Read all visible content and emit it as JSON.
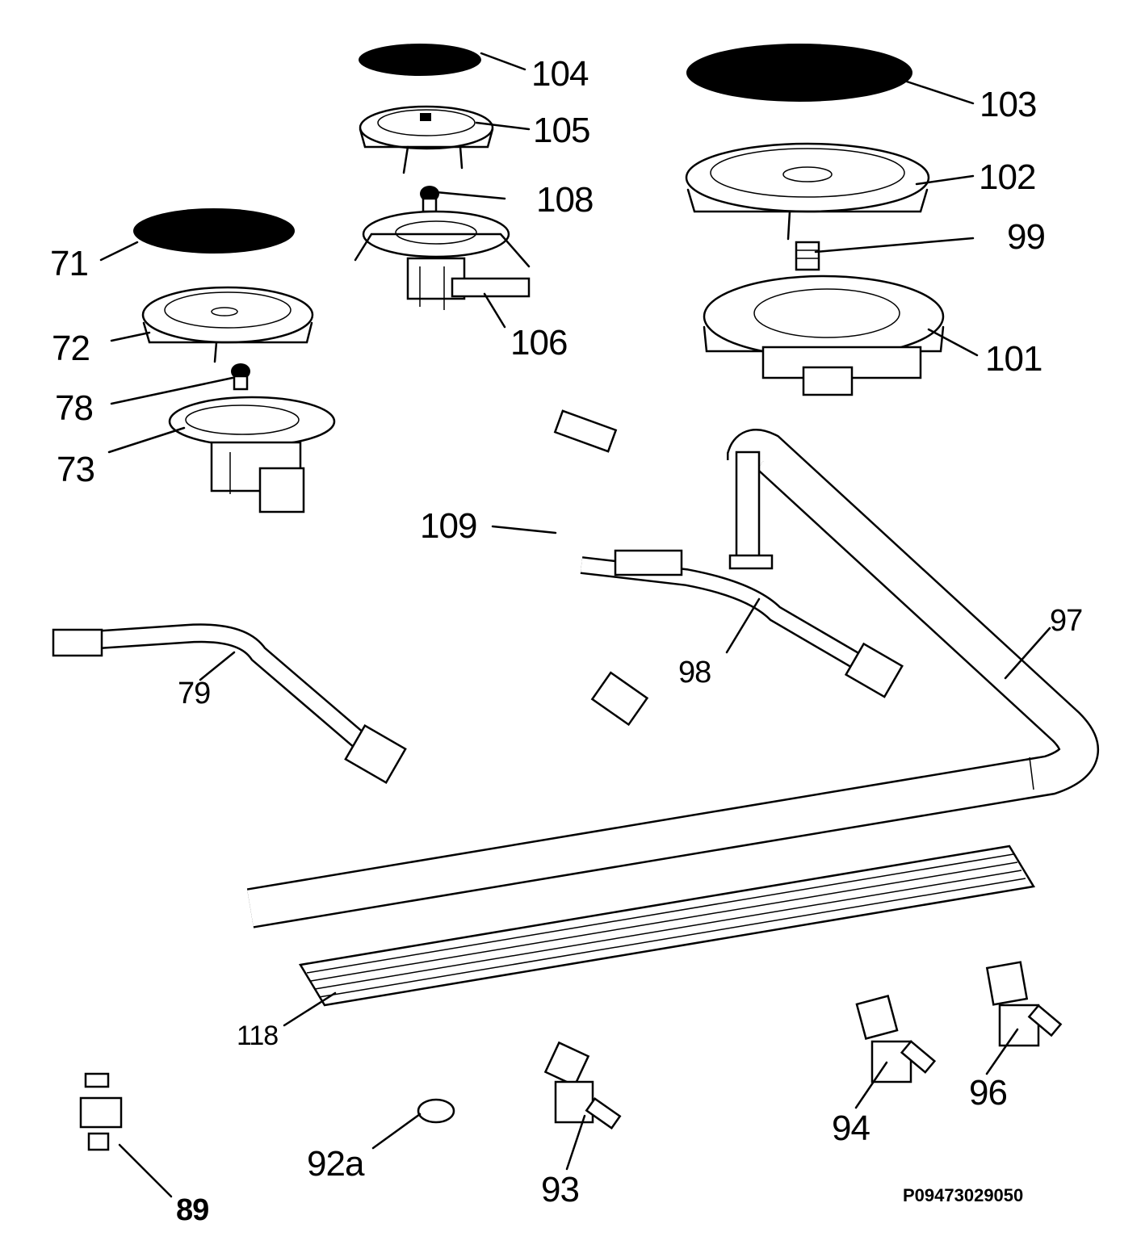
{
  "diagram": {
    "reference_code": "P09473029050",
    "callouts": [
      {
        "id": "c104",
        "text": "104"
      },
      {
        "id": "c103",
        "text": "103"
      },
      {
        "id": "c105",
        "text": "105"
      },
      {
        "id": "c102",
        "text": "102"
      },
      {
        "id": "c108",
        "text": "108"
      },
      {
        "id": "c99",
        "text": "99"
      },
      {
        "id": "c71",
        "text": "71"
      },
      {
        "id": "c106",
        "text": "106"
      },
      {
        "id": "c72",
        "text": "72"
      },
      {
        "id": "c101",
        "text": "101"
      },
      {
        "id": "c78",
        "text": "78"
      },
      {
        "id": "c73",
        "text": "73"
      },
      {
        "id": "c109",
        "text": "109"
      },
      {
        "id": "c97",
        "text": "97"
      },
      {
        "id": "c98",
        "text": "98"
      },
      {
        "id": "c79",
        "text": "79"
      },
      {
        "id": "c118",
        "text": "118"
      },
      {
        "id": "c96",
        "text": "96"
      },
      {
        "id": "c94",
        "text": "94"
      },
      {
        "id": "c92a",
        "text": "92a"
      },
      {
        "id": "c93",
        "text": "93"
      },
      {
        "id": "c89",
        "text": "89"
      }
    ]
  }
}
